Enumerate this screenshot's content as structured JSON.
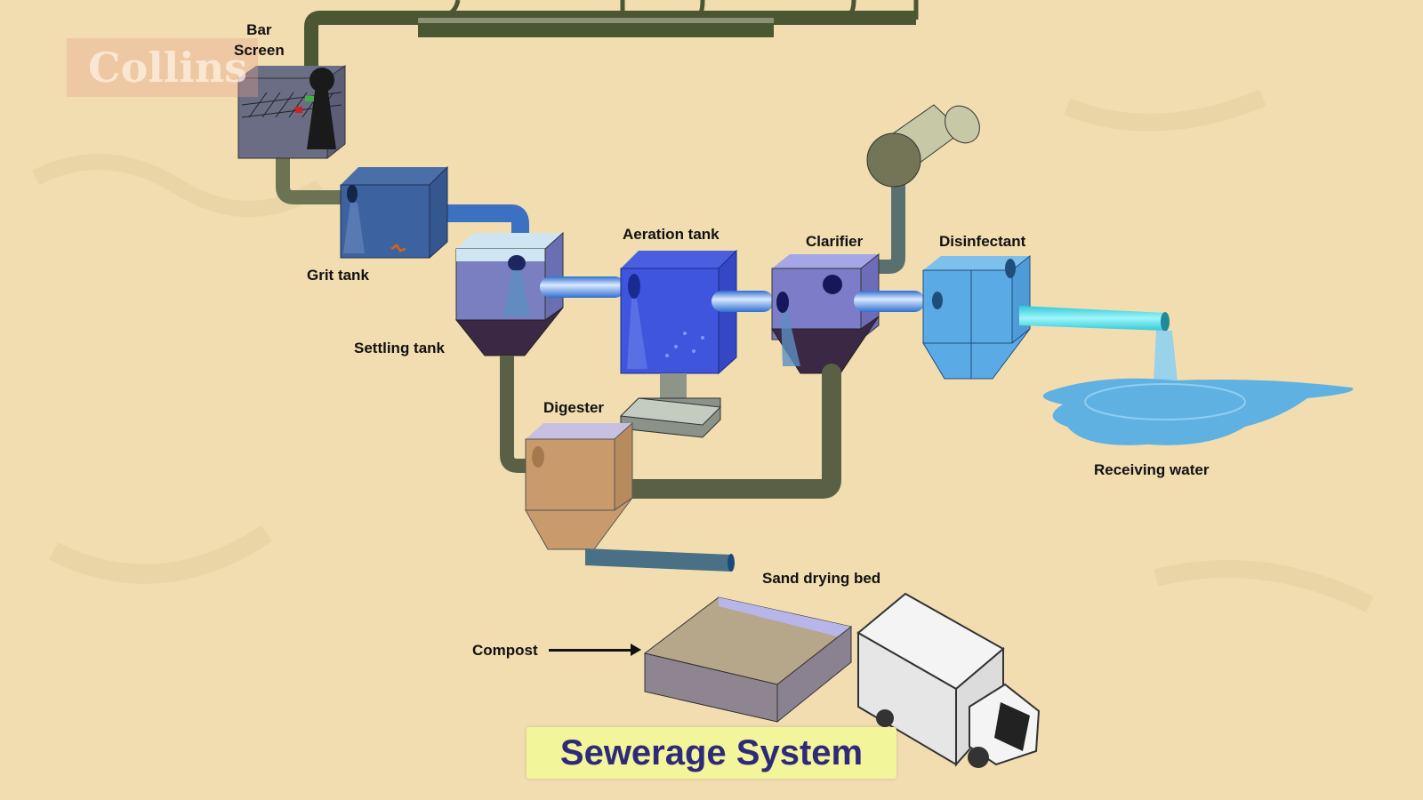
{
  "watermark": {
    "text": "Collins"
  },
  "title": "Sewerage System",
  "labels": {
    "bar_screen_line1": "Bar",
    "bar_screen_line2": "Screen",
    "grit_tank": "Grit tank",
    "settling_tank": "Settling tank",
    "aeration_tank": "Aeration tank",
    "clarifier": "Clarifier",
    "disinfectant": "Disinfectant",
    "receiving_water": "Receiving water",
    "digester": "Digester",
    "sand_drying_bed": "Sand drying bed",
    "compost": "Compost"
  },
  "colors": {
    "background": "#f1ddb0",
    "sewer_pipe": "#555f3c",
    "clean_pipe": "#4a8fe0",
    "outlet_pipe": "#3fd9e6",
    "title_bg": "#f2f59a",
    "title_text": "#2e2a7a"
  }
}
